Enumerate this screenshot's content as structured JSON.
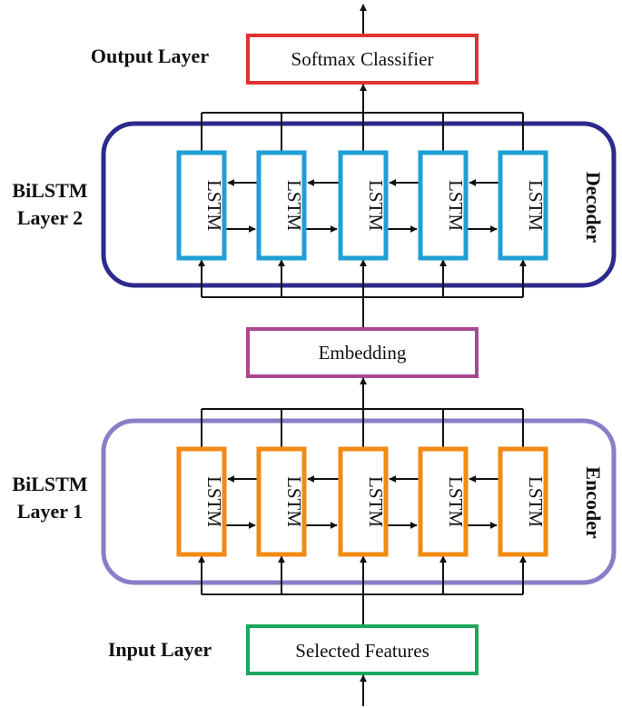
{
  "colors": {
    "output_box": "#e0322e",
    "decoder_frame": "#2e2a8c",
    "decoder_cells": "#1f9fd4",
    "embedding_box": "#a9488f",
    "encoder_frame": "#8a7dc9",
    "encoder_cells": "#f28a13",
    "input_box": "#1aa85a",
    "wires": "#111111"
  },
  "layers": {
    "output": {
      "side_label": "Output Layer",
      "box_label": "Softmax Classifier"
    },
    "bilstm2": {
      "side_label_line1": "BiLSTM",
      "side_label_line2": "Layer 2",
      "group_label": "Decoder"
    },
    "embedding": {
      "box_label": "Embedding"
    },
    "bilstm1": {
      "side_label_line1": "BiLSTM",
      "side_label_line2": "Layer 1",
      "group_label": "Encoder"
    },
    "input": {
      "side_label": "Input Layer",
      "box_label": "Selected Features"
    }
  },
  "cells": {
    "decoder": [
      "LSTM",
      "LSTM",
      "LSTM",
      "LSTM",
      "LSTM"
    ],
    "encoder": [
      "LSTM",
      "LSTM",
      "LSTM",
      "LSTM",
      "LSTM"
    ]
  }
}
